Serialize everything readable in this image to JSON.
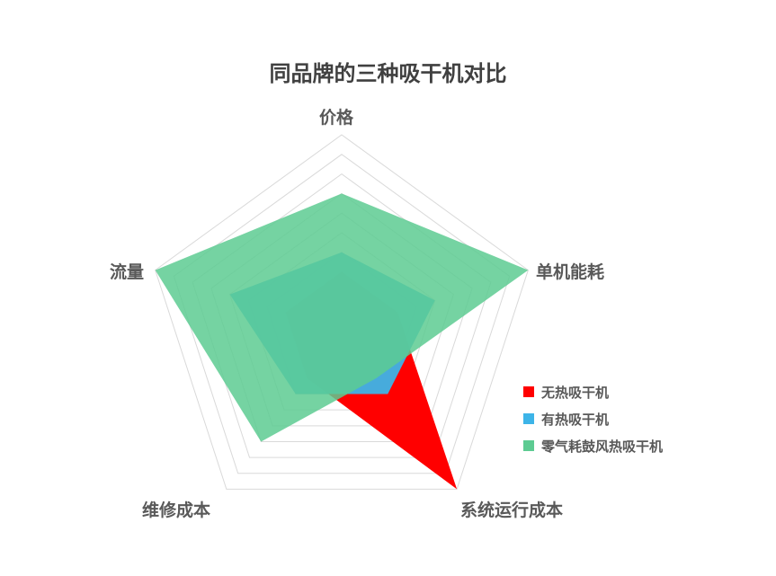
{
  "chart_data": {
    "type": "radar",
    "title": "同品牌的三种吸干机对比",
    "categories": [
      "价格",
      "单机能耗",
      "系统运行成本",
      "维修成本",
      "流量"
    ],
    "range": [
      0,
      10
    ],
    "grid_rings": 10,
    "legend_position": "right",
    "series": [
      {
        "name": "无热吸干机",
        "color": "#FF0000",
        "values": [
          3,
          3,
          10,
          3,
          3
        ]
      },
      {
        "name": "有热吸干机",
        "color": "#3DB4E8",
        "values": [
          4,
          5,
          4,
          4,
          6
        ]
      },
      {
        "name": "零气耗鼓风热吸干机",
        "color": "#5DCB92",
        "values": [
          7,
          10,
          3,
          7,
          10
        ]
      }
    ]
  },
  "title": "同品牌的三种吸干机对比",
  "axes": {
    "price": "价格",
    "energy": "单机能耗",
    "running_cost": "系统运行成本",
    "maintenance": "维修成本",
    "flow": "流量"
  },
  "legend": [
    {
      "label": "无热吸干机",
      "color": "#FF0000"
    },
    {
      "label": "有热吸干机",
      "color": "#3DB4E8"
    },
    {
      "label": "零气耗鼓风热吸干机",
      "color": "#5DCB92"
    }
  ]
}
